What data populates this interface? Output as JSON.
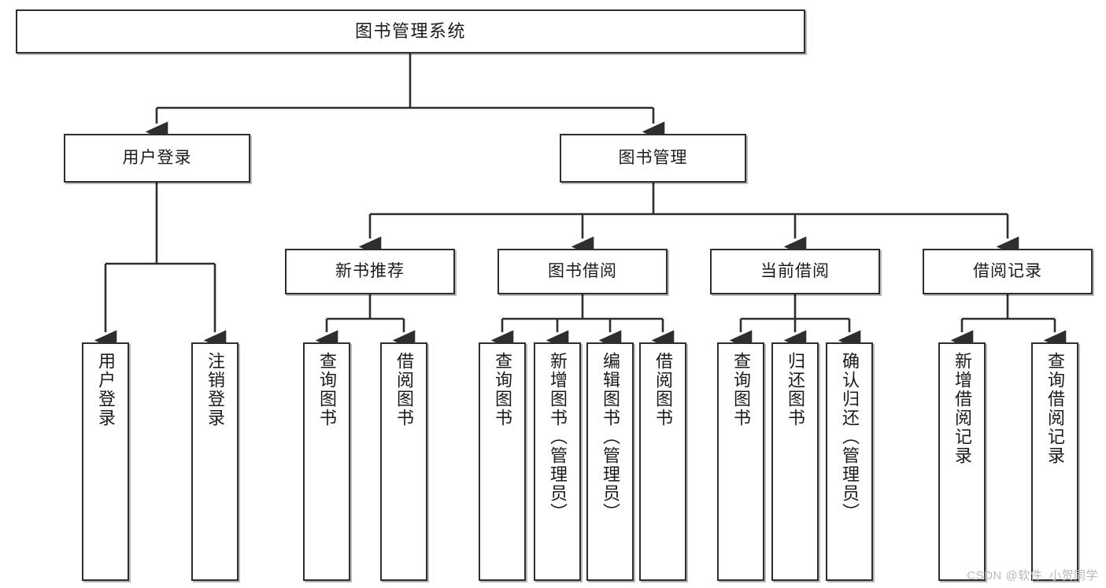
{
  "diagram": {
    "title": "图书管理系统",
    "type": "tree-hierarchy",
    "root": {
      "label": "图书管理系统"
    },
    "level2": [
      {
        "label": "用户登录"
      },
      {
        "label": "图书管理"
      }
    ],
    "level3": [
      {
        "label": "新书推荐"
      },
      {
        "label": "图书借阅"
      },
      {
        "label": "当前借阅"
      },
      {
        "label": "借阅记录"
      }
    ],
    "leaves": {
      "user_login": [
        {
          "label": "用户登录"
        },
        {
          "label": "注销登录"
        }
      ],
      "new_book_recommend": [
        {
          "label": "查询图书"
        },
        {
          "label": "借阅图书"
        }
      ],
      "book_borrow": [
        {
          "label": "查询图书"
        },
        {
          "label": "新增图书（管理员）"
        },
        {
          "label": "编辑图书（管理员）"
        },
        {
          "label": "借阅图书"
        }
      ],
      "current_borrow": [
        {
          "label": "查询图书"
        },
        {
          "label": "归还图书"
        },
        {
          "label": "确认归还（管理员）"
        }
      ],
      "borrow_record": [
        {
          "label": "新增借阅记录"
        },
        {
          "label": "查询借阅记录"
        }
      ]
    }
  },
  "watermark": {
    "text": "CSDN @软件_小贺同学"
  },
  "colors": {
    "stroke": "#2e2e2e",
    "fill": "#ffffff",
    "text": "#1b1b1b",
    "watermark": "#b9b9b9"
  }
}
